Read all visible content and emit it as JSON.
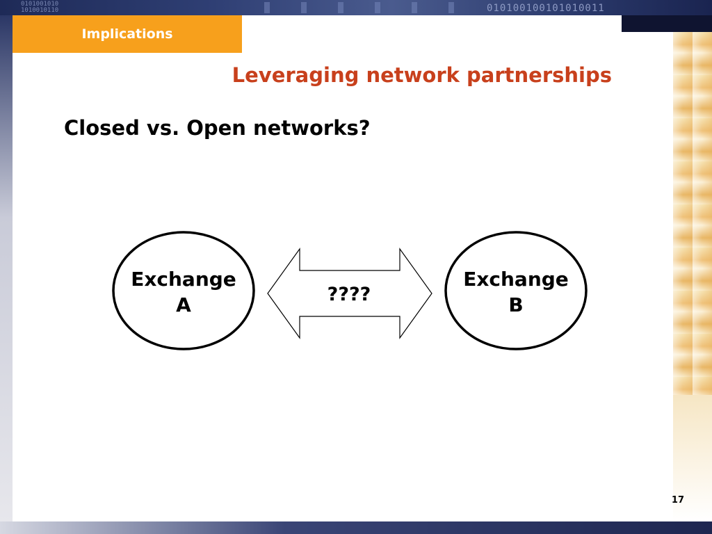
{
  "header": {
    "section_tab": "Implications",
    "title": "Leveraging network partnerships"
  },
  "main": {
    "subtitle": "Closed vs. Open networks?"
  },
  "diagram": {
    "nodes": [
      {
        "line1": "Exchange",
        "line2": "A"
      },
      {
        "line1": "Exchange",
        "line2": "B"
      }
    ],
    "connector": {
      "label": "????",
      "direction": "bidirectional"
    }
  },
  "footer": {
    "page_number": "17"
  },
  "colors": {
    "accent_orange": "#f7a01c",
    "title_red": "#c8401c",
    "frame_navy": "#1e2a57",
    "text": "#000000"
  }
}
